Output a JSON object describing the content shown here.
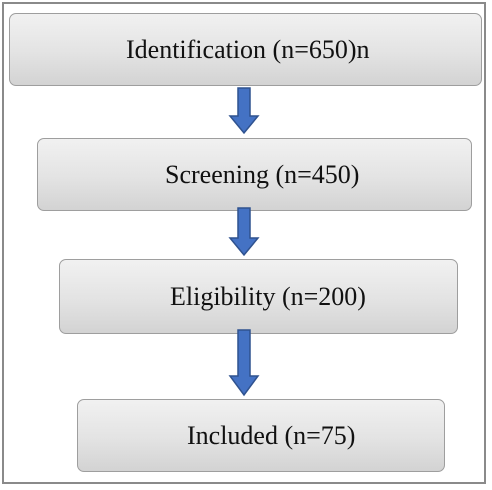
{
  "stages": [
    {
      "label": "Identification  (n=650)n"
    },
    {
      "label": "Screening  (n=450)"
    },
    {
      "label": "Eligibility  (n=200)"
    },
    {
      "label": "Included  (n=75)"
    }
  ],
  "colors": {
    "arrow_fill": "#4472c4",
    "arrow_stroke": "#2f528f",
    "box_fill_top": "#f1f1f1",
    "box_fill_bottom": "#d3d3d3",
    "frame_border": "#8a8a8a"
  }
}
